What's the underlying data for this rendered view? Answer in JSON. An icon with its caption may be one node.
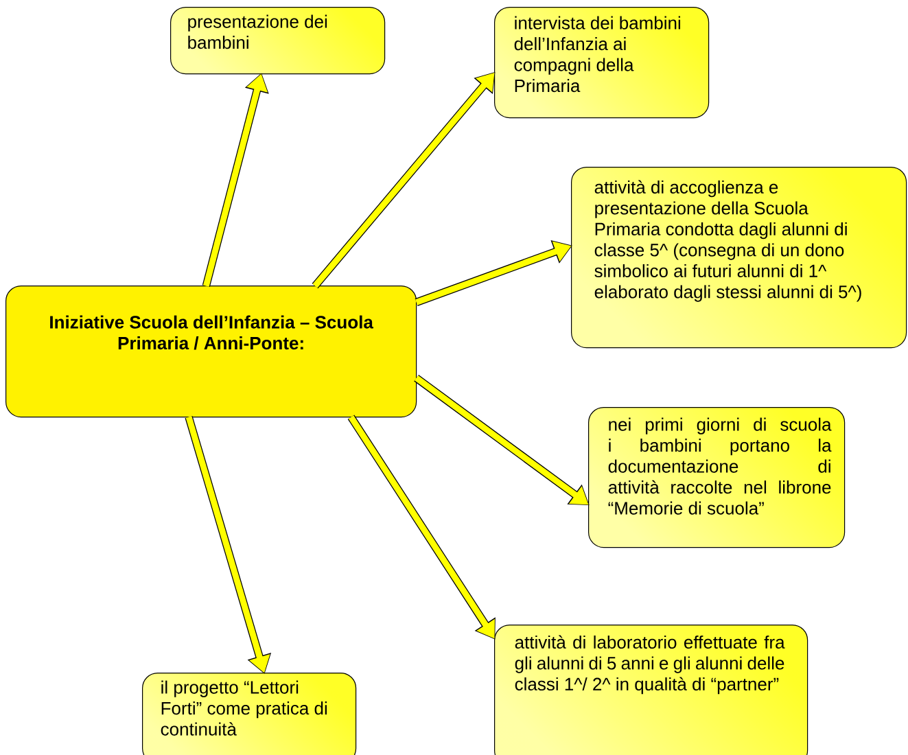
{
  "diagram": {
    "nodes": [
      {
        "text": [
          "Iniziative Scuola dell’Infanzia – Scuola Primaria / Anni-Ponte:"
        ]
      },
      {
        "text": [
          "presentazione dei bambini"
        ]
      },
      {
        "text": [
          "intervista dei bambini dell’Infanzia ai compagni della Primaria"
        ]
      },
      {
        "text": [
          "attività di accoglienza e presentazione della Scuola Primaria condotta dagli alunni di classe 5^ (consegna di un dono simbolico ai futuri alunni di 1^ elaborato dagli stessi alunni di 5^)"
        ]
      },
      {
        "text": [
          "nei primi giorni di scuola i bambini portano la documentazione di attività raccolte nel librone “Memorie di scuola”"
        ]
      },
      {
        "text": [
          "attività di laboratorio effettuate fra gli alunni di 5 anni e gli alunni delle classi 1^/ 2^ in qualità di “partner”"
        ]
      },
      {
        "text": [
          "il progetto “Lettori Forti” come pratica di continuità"
        ]
      }
    ],
    "edges": [
      {
        "from": 0,
        "to": 1,
        "arrow": "to"
      },
      {
        "from": 0,
        "to": 2,
        "arrow": "to"
      },
      {
        "from": 0,
        "to": 3,
        "arrow": "to"
      },
      {
        "from": 0,
        "to": 4,
        "arrow": "to"
      },
      {
        "from": 0,
        "to": 5,
        "arrow": "to"
      },
      {
        "from": 0,
        "to": 6,
        "arrow": "to"
      }
    ]
  }
}
